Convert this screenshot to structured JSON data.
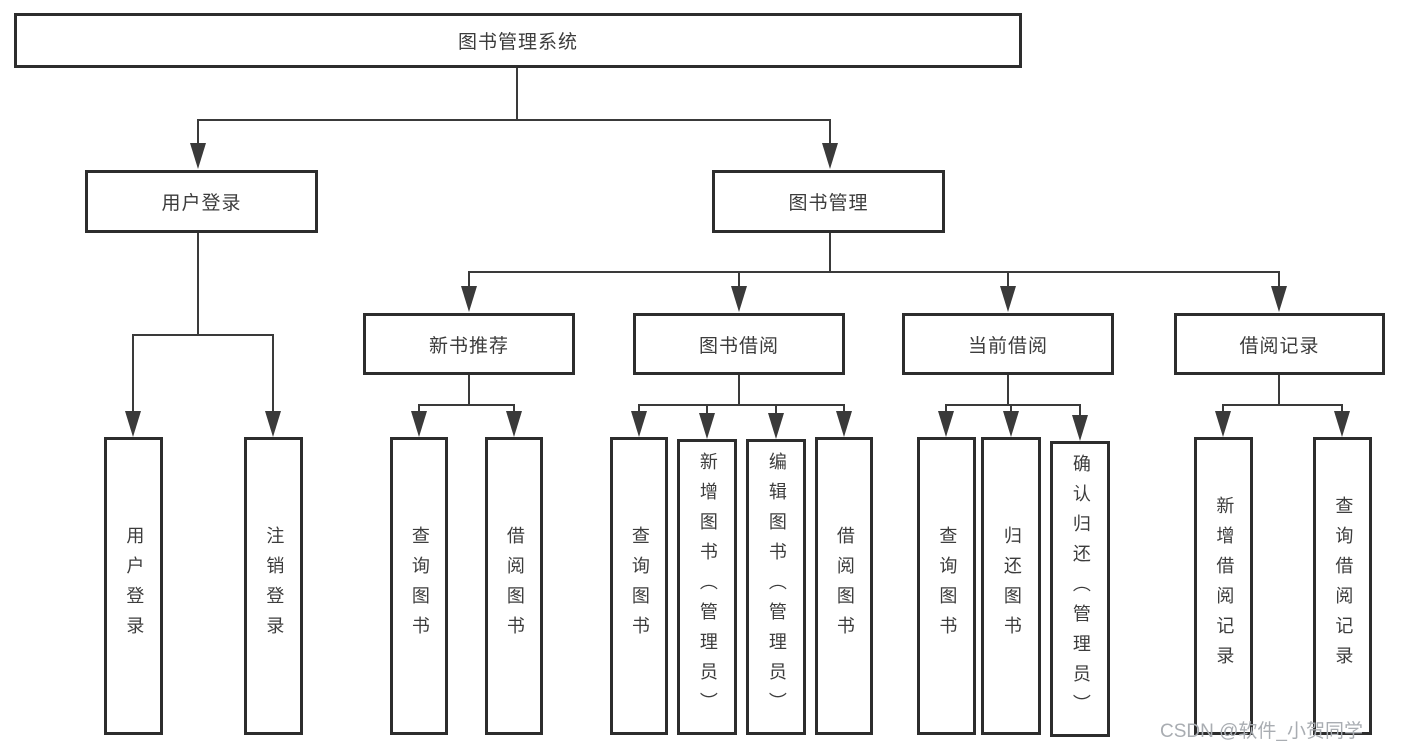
{
  "colors": {
    "line": "#3a3a3a",
    "box_border": "#2d2d2d",
    "text": "#3c3c3c",
    "background": "#ffffff",
    "watermark": "#a9adb2"
  },
  "diagram": {
    "root": {
      "label": "图书管理系统"
    },
    "level2": [
      {
        "label": "用户登录"
      },
      {
        "label": "图书管理"
      }
    ],
    "level3": [
      {
        "label": "新书推荐",
        "parent": "图书管理"
      },
      {
        "label": "图书借阅",
        "parent": "图书管理"
      },
      {
        "label": "当前借阅",
        "parent": "图书管理"
      },
      {
        "label": "借阅记录",
        "parent": "图书管理"
      }
    ],
    "leaves": [
      {
        "label": "用户登录",
        "parent": "用户登录"
      },
      {
        "label": "注销登录",
        "parent": "用户登录"
      },
      {
        "label": "查询图书",
        "parent": "新书推荐"
      },
      {
        "label": "借阅图书",
        "parent": "新书推荐"
      },
      {
        "label": "查询图书",
        "parent": "图书借阅"
      },
      {
        "label": "新增图书（管理员）",
        "parent": "图书借阅"
      },
      {
        "label": "编辑图书（管理员）",
        "parent": "图书借阅"
      },
      {
        "label": "借阅图书",
        "parent": "图书借阅"
      },
      {
        "label": "查询图书",
        "parent": "当前借阅"
      },
      {
        "label": "归还图书",
        "parent": "当前借阅"
      },
      {
        "label": "确认归还（管理员）",
        "parent": "当前借阅"
      },
      {
        "label": "新增借阅记录",
        "parent": "借阅记录"
      },
      {
        "label": "查询借阅记录",
        "parent": "借阅记录"
      }
    ]
  },
  "watermark": {
    "text": "CSDN @软件_小贺同学"
  }
}
